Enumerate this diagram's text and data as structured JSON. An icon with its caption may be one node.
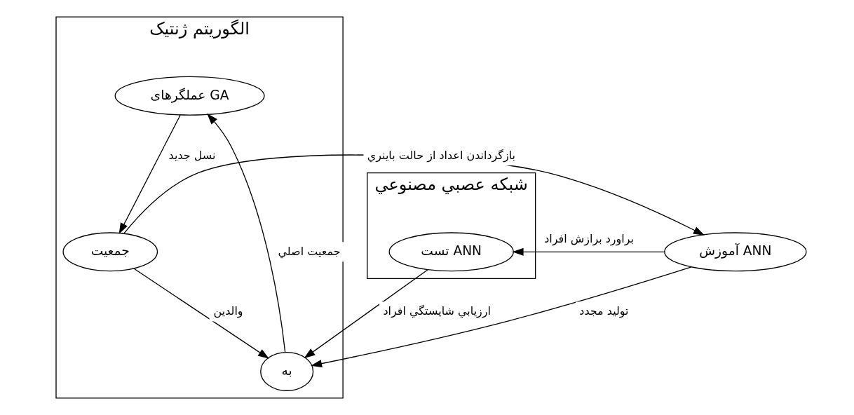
{
  "diagram": {
    "nodes": [
      {
        "text": [
          "الگوریتم ژنتیک"
        ]
      },
      {
        "text": [
          "شبکه عصبي مصنوعي"
        ]
      },
      {
        "text": [
          "عملگرهای GA"
        ],
        "in": 0
      },
      {
        "text": [
          "جمعیت"
        ],
        "in": 0
      },
      {
        "text": [
          "آموزش ANN"
        ]
      },
      {
        "text": [
          "تست ANN"
        ],
        "in": 1
      },
      {
        "text": [
          "به"
        ],
        "in": 0
      }
    ],
    "edges": [
      {
        "from": 2,
        "to": 3,
        "arrow": "to",
        "label": "نسل جدید"
      },
      {
        "from": 3,
        "to": 4,
        "arrow": "to",
        "label": "بازگرداندن اعداد از حالت باینري"
      },
      {
        "from": 3,
        "to": 6,
        "arrow": "to",
        "label": "والدین"
      },
      {
        "from": 4,
        "to": 6,
        "arrow": "to",
        "label": "تولید مجدد"
      },
      {
        "from": 4,
        "to": 5,
        "arrow": "to",
        "label": "براورد برازش افراد"
      },
      {
        "from": 5,
        "to": 6,
        "arrow": "to",
        "label": "ارزیابي شایستگي افراد"
      },
      {
        "from": 6,
        "to": 2,
        "arrow": "to",
        "label": "جمعیت اصلي"
      }
    ]
  }
}
